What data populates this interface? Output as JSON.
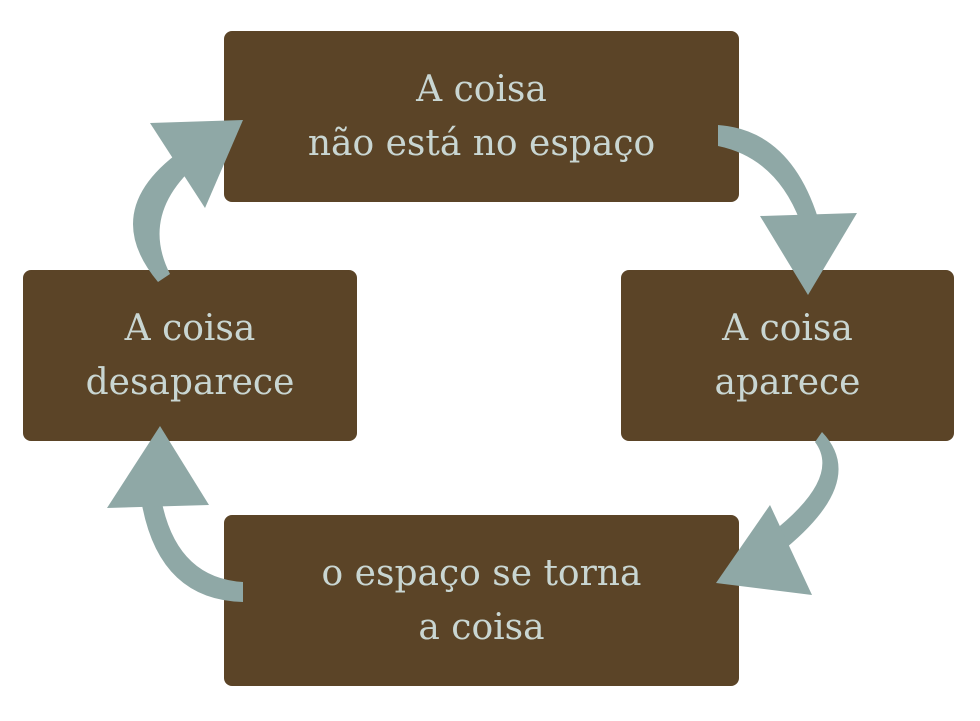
{
  "nodes": {
    "top": {
      "line1": "A coisa",
      "line2": "não está no espaço"
    },
    "right": {
      "line1": "A coisa",
      "line2": "aparece"
    },
    "bottom": {
      "line1": "o espaço se torna",
      "line2": "a coisa"
    },
    "left": {
      "line1": "A coisa",
      "line2": "desaparece"
    }
  },
  "colors": {
    "box": "#5b4427",
    "text": "#c9d6d2",
    "arrow": "#8fa8a6"
  }
}
